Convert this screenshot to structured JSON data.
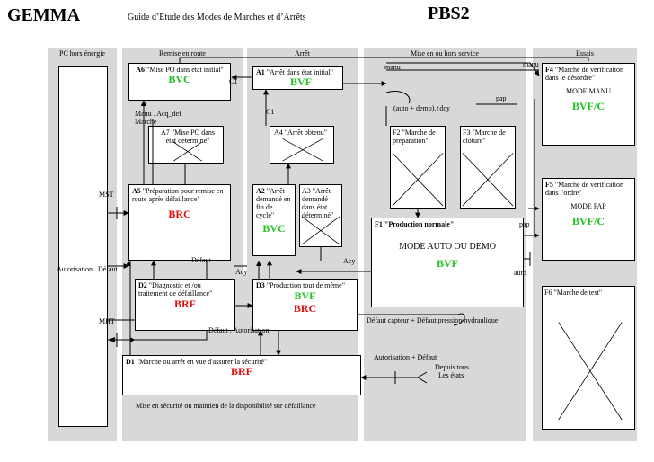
{
  "header": {
    "gemma": "GEMMA",
    "subtitle": "Guide d’Etude des Modes de Marches et d’Arrêts",
    "pbs": "PBS2"
  },
  "zones": {
    "pc_hors_energie": "PC hors énergie",
    "remise_en_route": "Remise en route",
    "arret": "Arrêt",
    "mise_en_service": "Mise en ou hors service",
    "essais": "Essais",
    "mise_en_securite": "Mise en sécurité ou maintien de la disponibilité sur défaillance"
  },
  "states": {
    "a6": {
      "code": "A6",
      "label": "\"Mise PO dans état initial\"",
      "action": "BVC"
    },
    "a1": {
      "code": "A1",
      "label": "\"Arrêt dans état initial\"",
      "action": "BVF"
    },
    "a7": {
      "code": "A7",
      "label": "\"Mise PO dans état déterminé\""
    },
    "a4": {
      "code": "A4",
      "label": "\"Arrêt obtenu\""
    },
    "a5": {
      "code": "A5",
      "label": "\"Préparation pour remise en route après défaillance\"",
      "action": "BRC"
    },
    "a2": {
      "code": "A2",
      "label": "\"Arrêt demandé en fin de cycle\"",
      "action": "BVC"
    },
    "a3": {
      "code": "A3",
      "label": "\"Arrêt demandé dans état déterminé\""
    },
    "f2": {
      "code": "F2",
      "label": "\"Marche de préparation\""
    },
    "f3": {
      "code": "F3",
      "label": "\"Marche de clôture\""
    },
    "f1": {
      "code": "F1",
      "label": "\"Production normale\"",
      "mode": "MODE AUTO OU DEMO",
      "action": "BVF"
    },
    "f4": {
      "code": "F4",
      "label": "\"Marche de vérification dans le désordre\"",
      "mode": "MODE MANU",
      "action": "BVF/C"
    },
    "f5": {
      "code": "F5",
      "label": "\"Marche de vérification dans l'ordre\"",
      "mode": "MODE PAP",
      "action": "BVF/C"
    },
    "f6": {
      "code": "F6",
      "label": "\"Marche de test\""
    },
    "d2": {
      "code": "D2",
      "label": "\"Diagnostic et /ou traitement de défaillance\"",
      "action": "BRF"
    },
    "d3": {
      "code": "D3",
      "label": "\"Production tout de même\"",
      "action1": "BVF",
      "action2": "BRC"
    },
    "d1": {
      "code": "D1",
      "label": "\"Marche ou arrêt en vue d'assurer la sécurité\"",
      "action": "BRF"
    }
  },
  "transitions": {
    "c1_a": "C1",
    "c1_b": "C1",
    "manu_acq": "Manu . Acq_def",
    "marche": "Marche",
    "mst": "MST",
    "defaut_a5": "Défaut",
    "acy_1": "Acy",
    "acy_2": "Acy",
    "autorisation_defaut": "Autorisation . Défaut",
    "mht": "MHT",
    "defaut_autorisation": "Défaut . Autorisation",
    "defaut_capteur": "Défaut capteur + Défaut pression hydraulique",
    "autorisation_defaut2": "Autorisation + Défaut",
    "depuis_tous": "Depuis tous",
    "les_etats": "Les états",
    "manu_1": "manu",
    "manu_2": "manu",
    "pap_1": "pap",
    "pap_2": "pap",
    "auto_demo": "(auto + demo).↑dcy",
    "auto": "auto"
  }
}
